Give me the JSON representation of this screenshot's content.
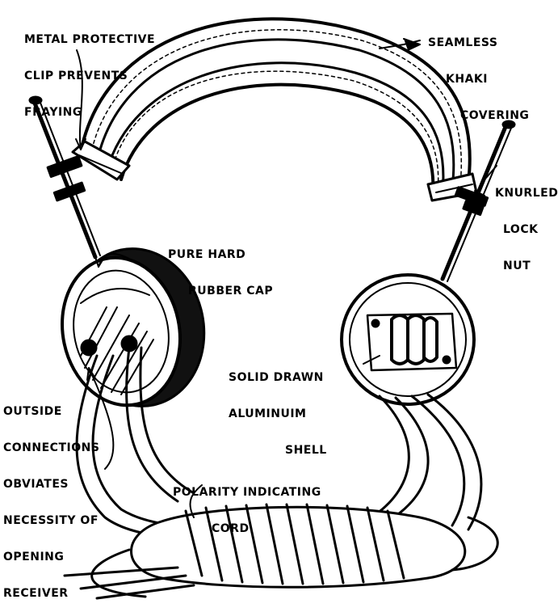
{
  "labels": {
    "metal_clip": [
      "METAL PROTECTIVE",
      "CLIP PREVENTS",
      "FRAYING"
    ],
    "seamless": [
      "SEAMLESS",
      "KHAKI",
      "COVERING"
    ],
    "knurled": [
      "KNURLED",
      "LOCK",
      "NUT"
    ],
    "rubber_cap": [
      "PURE HARD",
      "RUBBER CAP"
    ],
    "aluminium": [
      "SOLID DRAWN",
      "ALUMINUIM",
      "SHELL"
    ],
    "outside": [
      "OUTSIDE",
      "CONNECTIONS",
      "OBVIATES",
      "NECESSITY OF",
      "OPENING",
      "RECEIVER"
    ],
    "polarity": [
      "POLARITY INDICATING",
      "CORD"
    ]
  },
  "colors": {
    "ink": "#000000",
    "paper": "#ffffff",
    "shade": "#1a1a1a"
  }
}
